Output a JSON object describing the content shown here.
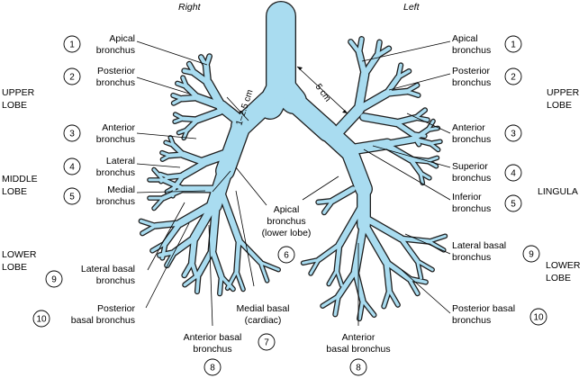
{
  "sides": {
    "right": "Right",
    "left": "Left"
  },
  "lobes": {
    "right_upper": [
      "UPPER",
      "LOBE"
    ],
    "right_middle": [
      "MIDDLE",
      "LOBE"
    ],
    "right_lower": [
      "LOWER",
      "LOBE"
    ],
    "left_upper": [
      "UPPER",
      "LOBE"
    ],
    "left_lingula": [
      "LINGULA"
    ],
    "left_lower": [
      "LOWER",
      "LOBE"
    ]
  },
  "dimensions": {
    "right_main": "1–2.5 cm",
    "left_main": "5 cm"
  },
  "labels": {
    "r1": {
      "lines": [
        "Apical",
        "bronchus"
      ],
      "num": "1"
    },
    "r2": {
      "lines": [
        "Posterior",
        "bronchus"
      ],
      "num": "2"
    },
    "r3": {
      "lines": [
        "Anterior",
        "bronchus"
      ],
      "num": "3"
    },
    "r4": {
      "lines": [
        "Lateral",
        "bronchus"
      ],
      "num": "4"
    },
    "r5": {
      "lines": [
        "Medial",
        "bronchus"
      ],
      "num": "5"
    },
    "r6": {
      "lines": [
        "Apical",
        "bronchus",
        "(lower lobe)"
      ],
      "num": "6"
    },
    "r7": {
      "lines": [
        "Medial basal",
        "(cardiac)"
      ],
      "num": "7"
    },
    "r8": {
      "lines": [
        "Anterior basal",
        "bronchus"
      ],
      "num": "8"
    },
    "r9": {
      "lines": [
        "Lateral basal",
        "bronchus"
      ],
      "num": "9"
    },
    "r10": {
      "lines": [
        "Posterior",
        "basal bronchus"
      ],
      "num": "10"
    },
    "l1": {
      "lines": [
        "Apical",
        "bronchus"
      ],
      "num": "1"
    },
    "l2": {
      "lines": [
        "Posterior",
        "bronchus"
      ],
      "num": "2"
    },
    "l3": {
      "lines": [
        "Anterior",
        "bronchus"
      ],
      "num": "3"
    },
    "l4": {
      "lines": [
        "Superior",
        "bronchus"
      ],
      "num": "4"
    },
    "l5": {
      "lines": [
        "Inferior",
        "bronchus"
      ],
      "num": "5"
    },
    "l8": {
      "lines": [
        "Anterior",
        "basal bronchus"
      ],
      "num": "8"
    },
    "l9": {
      "lines": [
        "Lateral basal",
        "bronchus"
      ],
      "num": "9"
    },
    "l10": {
      "lines": [
        "Posterior basal",
        "bronchus"
      ],
      "num": "10"
    }
  },
  "colors": {
    "airway_fill": "#a9dcf0",
    "airway_outline": "#1e1e1e"
  }
}
